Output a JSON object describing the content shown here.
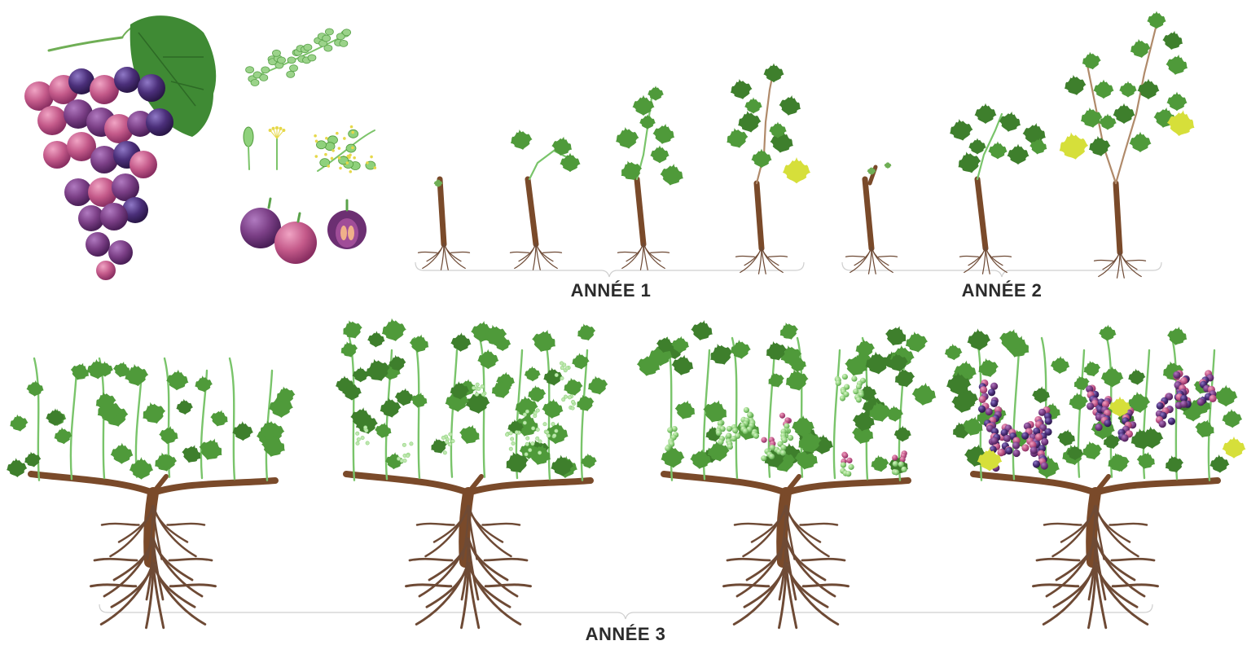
{
  "stage_labels": {
    "year1": "ANNÉE 1",
    "year2": "ANNÉE 2",
    "year3": "ANNÉE 3"
  },
  "colors": {
    "leaf": "#4f9a3a",
    "leaf_dark": "#3e7f2c",
    "leaf_yellow": "#d6df3a",
    "stem": "#79c46a",
    "trunk": "#7a4a2a",
    "root": "#6e4a35",
    "grape_purple": "#7b3f86",
    "grape_pink": "#c45a8a",
    "grape_dark": "#4b2f7a",
    "flower": "#9bd38a",
    "green_grape": "#8fd17c",
    "bracket": "#cfcfcf",
    "label": "#2b2b2b"
  }
}
